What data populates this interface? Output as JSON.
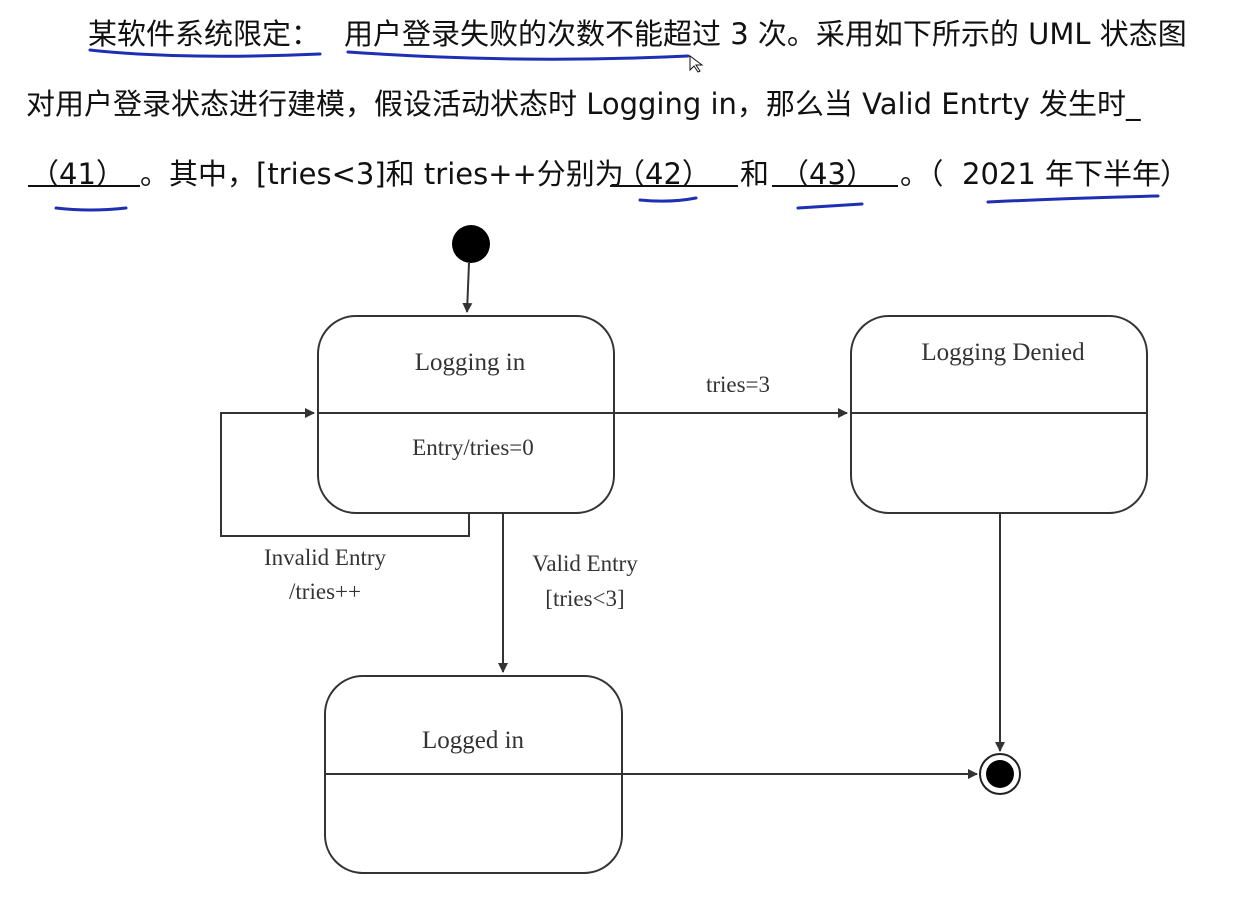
{
  "question": {
    "line1_indent": "某软件系统限定：",
    "line1_rest": "用户登录失败的次数不能超过 3 次。采用如下所示的 UML 状态图",
    "line2": "对用户登录状态进行建模，假设活动状态时 Logging  in，那么当 Valid  Entrty 发生时_",
    "blank41": "（41）",
    "line3_a": "。其中，[tries<3]和 tries++分别为",
    "blank42": "（42）",
    "line3_b": "和",
    "blank43": "（43）",
    "line3_c": "。（",
    "year": "2021 年下半年",
    "line3_end": "）"
  },
  "diagram": {
    "states": {
      "logging_in": {
        "name": "Logging in",
        "activity": "Entry/tries=0"
      },
      "logging_denied": {
        "name": "Logging Denied"
      },
      "logged_in": {
        "name": "Logged in"
      }
    },
    "transitions": {
      "tries_eq_3": "tries=3",
      "invalid_entry_line1": "Invalid Entry",
      "invalid_entry_line2": "/tries++",
      "valid_entry_line1": "Valid Entry",
      "valid_entry_line2": "[tries<3]"
    }
  },
  "colors": {
    "annotation_pen": "#1f2fb3",
    "diagram_stroke": "#333333",
    "text": "#111111"
  }
}
